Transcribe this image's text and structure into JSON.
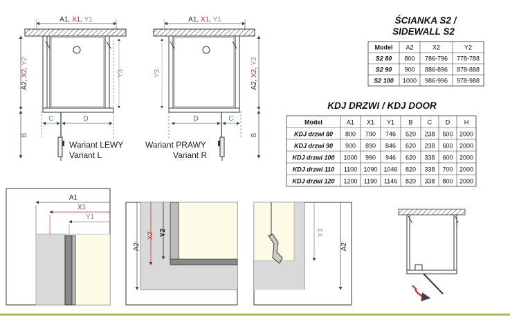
{
  "colors": {
    "black": "#222222",
    "red": "#d8262c",
    "gray": "#8c8c8c",
    "blue": "#4058a8",
    "green": "#38a048",
    "purple": "#7a4f9a",
    "hatch_fill": "#e8e8e8",
    "panel_fill": "#fbfbe6",
    "footer_line": "#9cc82a"
  },
  "dims": {
    "a1": "A1",
    "x1": "X1",
    "y1": "Y1",
    "a2": "A2",
    "x2": "X2",
    "y2": "Y2",
    "y3": "Y3",
    "b": "B",
    "c": "C",
    "d": "D",
    "sep": ", "
  },
  "variants": {
    "left_line1": "Wariant LEWY",
    "left_line2": "Variant L",
    "right_line1": "Wariant PRAWY",
    "right_line2": "Variant R"
  },
  "sidewall": {
    "title_line1": "ŚCIANKA S2 /",
    "title_line2": "SIDEWALL S2",
    "headers": [
      "Model",
      "A2",
      "X2",
      "Y2"
    ],
    "rows": [
      [
        "S2 80",
        "800",
        "786-796",
        "778-788"
      ],
      [
        "S2 90",
        "900",
        "886-896",
        "878-888"
      ],
      [
        "S2 100",
        "1000",
        "986-996",
        "978-988"
      ]
    ]
  },
  "door": {
    "title": "KDJ DRZWI / KDJ DOOR",
    "headers": [
      "Model",
      "A1",
      "X1",
      "Y1",
      "B",
      "C",
      "D",
      "H"
    ],
    "rows": [
      [
        "KDJ drzwi 80",
        "800",
        "790",
        "746",
        "520",
        "238",
        "500",
        "2000"
      ],
      [
        "KDJ drzwi 90",
        "900",
        "890",
        "846",
        "620",
        "238",
        "600",
        "2000"
      ],
      [
        "KDJ drzwi 100",
        "1000",
        "990",
        "946",
        "620",
        "338",
        "600",
        "2000"
      ],
      [
        "KDJ drzwi 110",
        "1100",
        "1090",
        "1046",
        "820",
        "338",
        "700",
        "2000"
      ],
      [
        "KDJ drzwi 120",
        "1200",
        "1190",
        "1146",
        "820",
        "338",
        "800",
        "2000"
      ]
    ]
  }
}
